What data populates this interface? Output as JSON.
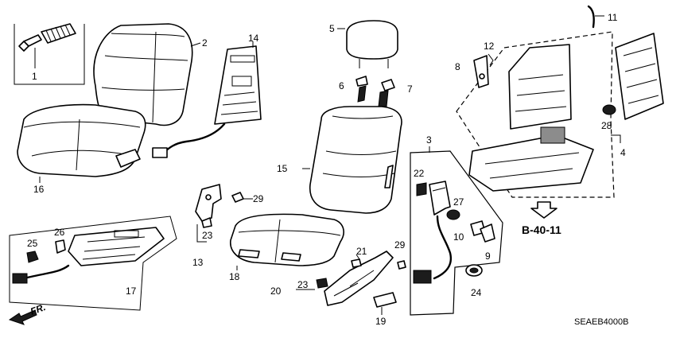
{
  "callouts": {
    "c1": "1",
    "c2": "2",
    "c3": "3",
    "c4": "4",
    "c5": "5",
    "c6": "6",
    "c7": "7",
    "c8": "8",
    "c9": "9",
    "c10": "10",
    "c11": "11",
    "c12": "12",
    "c13": "13",
    "c14": "14",
    "c15": "15",
    "c16": "16",
    "c17": "17",
    "c18": "18",
    "c19": "19",
    "c20": "20",
    "c21": "21",
    "c22": "22",
    "c23a": "23",
    "c23b": "23",
    "c24": "24",
    "c25": "25",
    "c26": "26",
    "c27": "27",
    "c28": "28",
    "c29a": "29",
    "c29b": "29"
  },
  "reference": "B-40-11",
  "direction": "FR.",
  "diagram_code": "SEAEB4000B"
}
